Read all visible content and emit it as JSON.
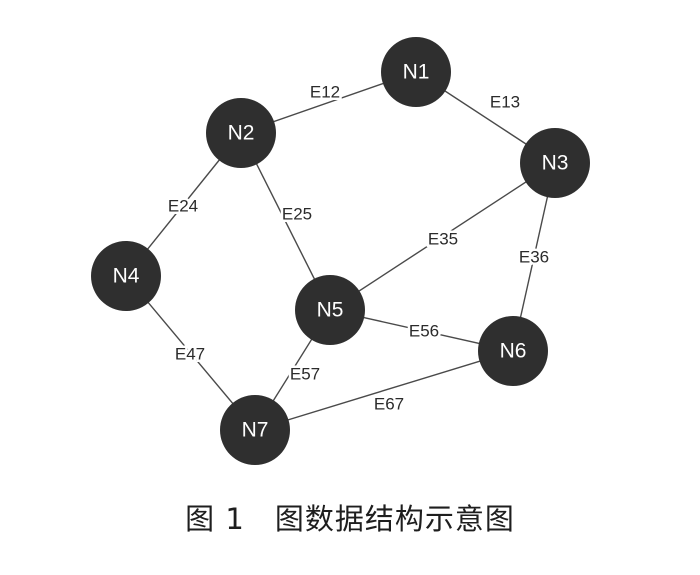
{
  "caption": {
    "figure_no": "图 1",
    "title": "图数据结构示意图"
  },
  "graph": {
    "nodes": [
      {
        "id": "N1",
        "label": "N1"
      },
      {
        "id": "N2",
        "label": "N2"
      },
      {
        "id": "N3",
        "label": "N3"
      },
      {
        "id": "N4",
        "label": "N4"
      },
      {
        "id": "N5",
        "label": "N5"
      },
      {
        "id": "N6",
        "label": "N6"
      },
      {
        "id": "N7",
        "label": "N7"
      }
    ],
    "edges": [
      {
        "id": "E12",
        "label": "E12",
        "from": "N1",
        "to": "N2"
      },
      {
        "id": "E13",
        "label": "E13",
        "from": "N1",
        "to": "N3"
      },
      {
        "id": "E24",
        "label": "E24",
        "from": "N2",
        "to": "N4"
      },
      {
        "id": "E25",
        "label": "E25",
        "from": "N2",
        "to": "N5"
      },
      {
        "id": "E35",
        "label": "E35",
        "from": "N3",
        "to": "N5"
      },
      {
        "id": "E36",
        "label": "E36",
        "from": "N3",
        "to": "N6"
      },
      {
        "id": "E47",
        "label": "E47",
        "from": "N4",
        "to": "N7"
      },
      {
        "id": "E56",
        "label": "E56",
        "from": "N5",
        "to": "N6"
      },
      {
        "id": "E57",
        "label": "E57",
        "from": "N5",
        "to": "N7"
      },
      {
        "id": "E67",
        "label": "E67",
        "from": "N6",
        "to": "N7"
      }
    ],
    "colors": {
      "node_fill": "#2f2f2f",
      "node_text": "#ffffff",
      "edge": "#4a4a4a",
      "edge_text": "#2b2b2b"
    }
  }
}
